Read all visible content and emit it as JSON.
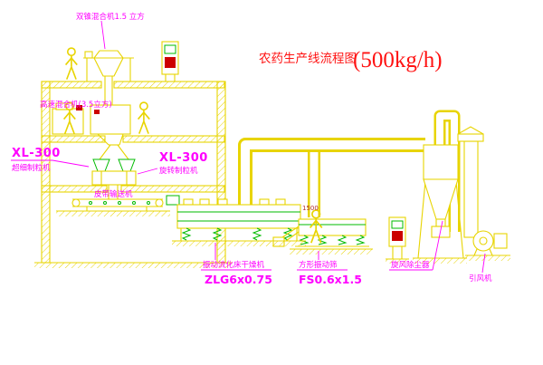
{
  "title": {
    "text": "农药生产线流程图",
    "capacity": "(500kg/h)"
  },
  "labels": {
    "double_cone_mixer": "双锥混合机1.5 立方",
    "high_speed_mixer": "高速混合机(3.5立方)",
    "left_model": "XL-300",
    "left_name": "超细制粒机",
    "center_model": "XL-300",
    "center_name": "旋转制粒机",
    "belt_conveyor": "皮带输送机",
    "dryer_name": "振动流化床干燥机",
    "dryer_model": "ZLG6x0.75",
    "screen_name": "方形振动筛",
    "screen_model": "FS0.6x1.5",
    "cyclone": "旋风除尘器",
    "fan": "引风机",
    "dim_1500": "1500"
  },
  "colors": {
    "background": "#ffffff",
    "cad_line_yellow": "#e8d400",
    "cad_accent_green": "#00bb00",
    "label_magenta": "#ff00ff",
    "title_red": "#ff1212",
    "panel_red": "#cc0000"
  }
}
